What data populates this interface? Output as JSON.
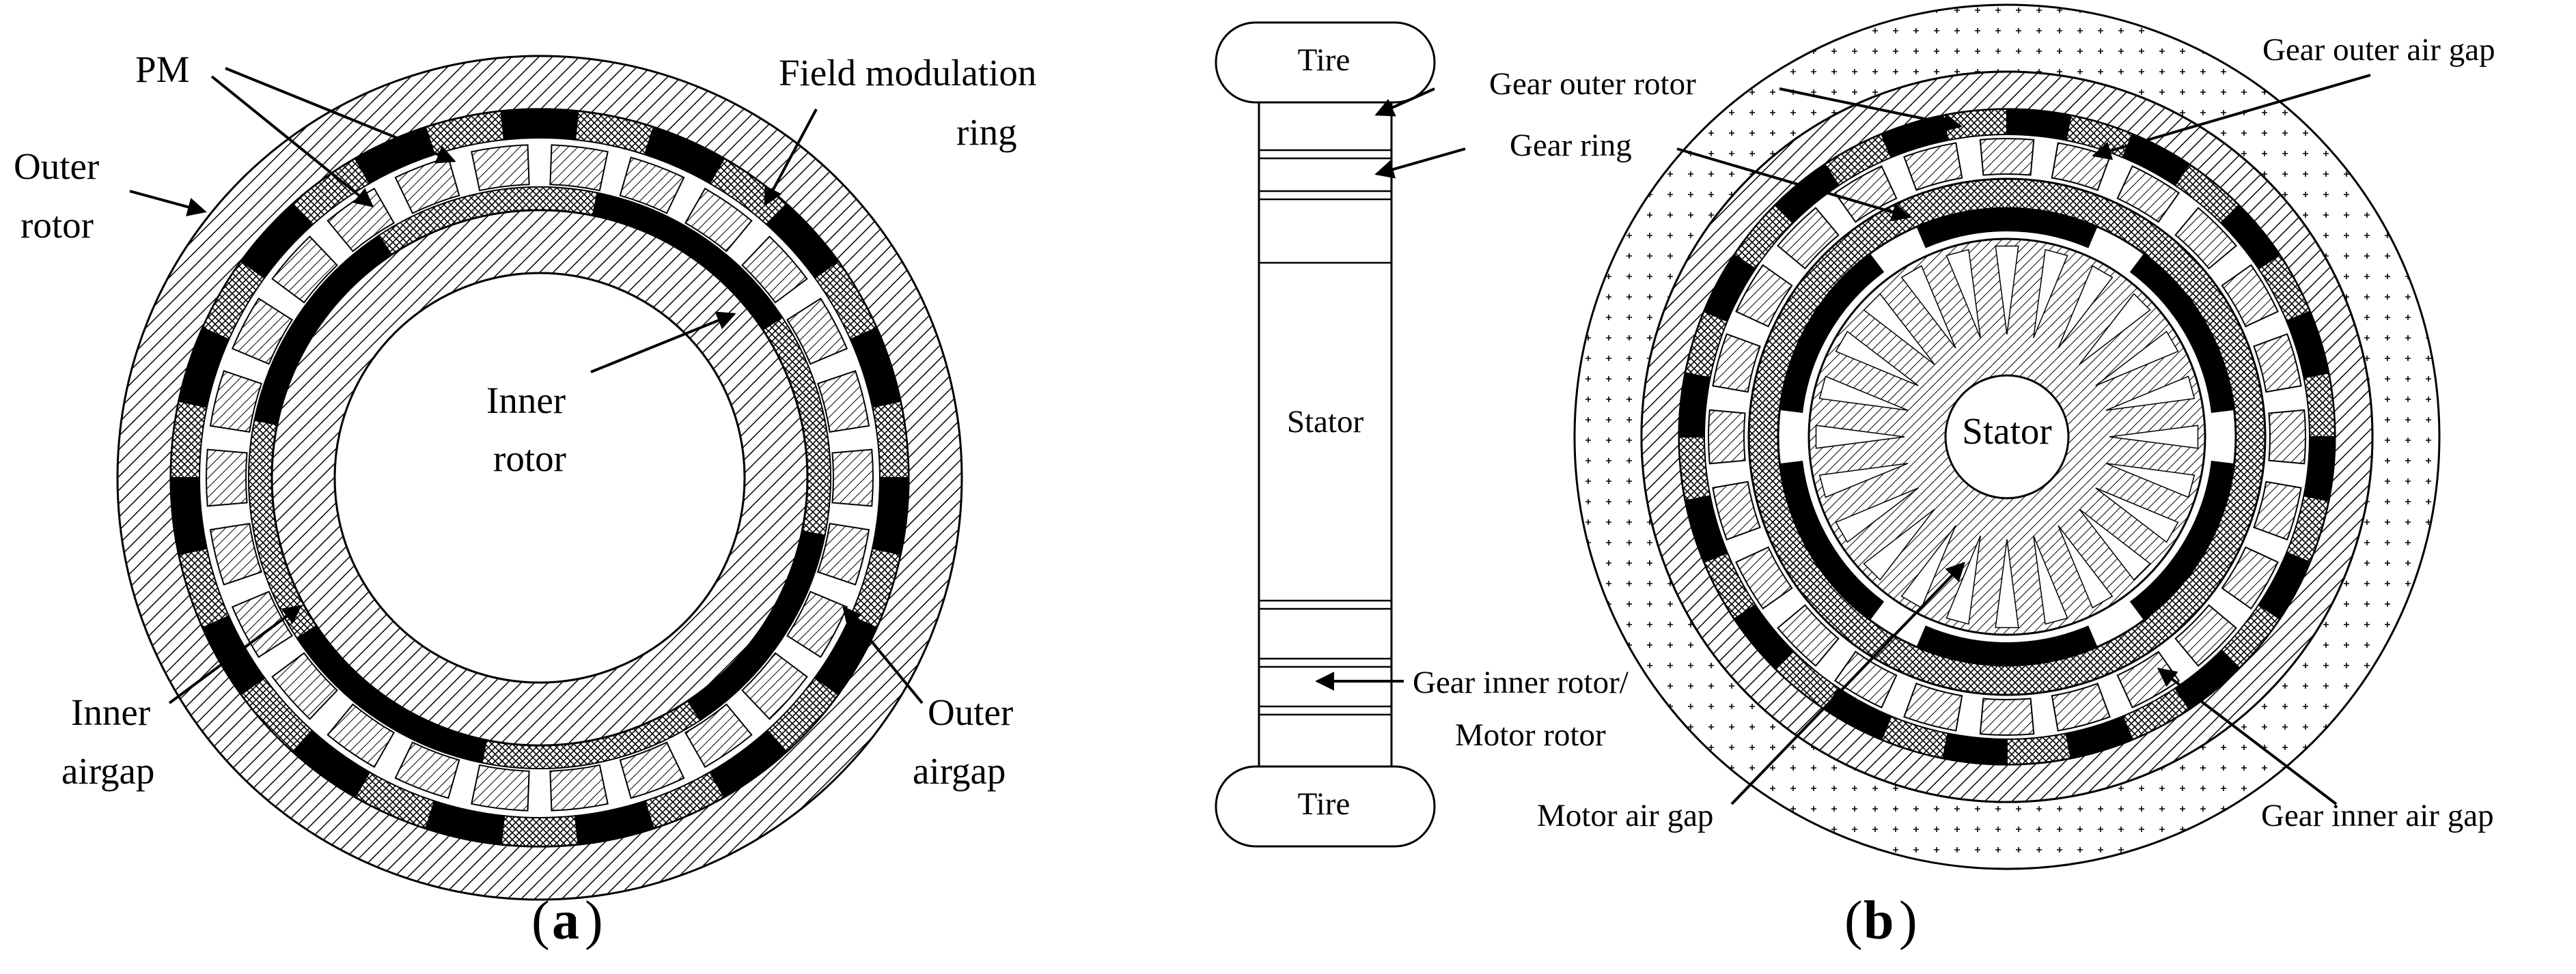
{
  "panel_a": {
    "labels": {
      "pm": "PM",
      "field_modulation_1": "Field modulation",
      "field_modulation_2": "ring",
      "outer_rotor_1": "Outer",
      "outer_rotor_2": "rotor",
      "inner_rotor_1": "Inner",
      "inner_rotor_2": "rotor",
      "inner_airgap_1": "Inner",
      "inner_airgap_2": "airgap",
      "outer_airgap_1": "Outer",
      "outer_airgap_2": "airgap"
    },
    "caption": {
      "open": "(",
      "letter": "a",
      "close": ")"
    }
  },
  "panel_side": {
    "tire_top": "Tire",
    "tire_bottom": "Tire",
    "stator": "Stator"
  },
  "panel_b": {
    "labels": {
      "gear_outer_rotor": "Gear outer rotor",
      "gear_ring": "Gear ring",
      "gear_outer_air_gap": "Gear outer air gap",
      "stator": "Stator",
      "gear_inner_rotor_1": "Gear inner rotor/",
      "gear_inner_rotor_2": "Motor rotor",
      "motor_air_gap": "Motor air gap",
      "gear_inner_air_gap": "Gear inner air gap"
    },
    "caption": {
      "open": "(",
      "letter": "b",
      "close": ")"
    }
  },
  "colors": {
    "ink": "#000000",
    "paper": "#ffffff"
  }
}
